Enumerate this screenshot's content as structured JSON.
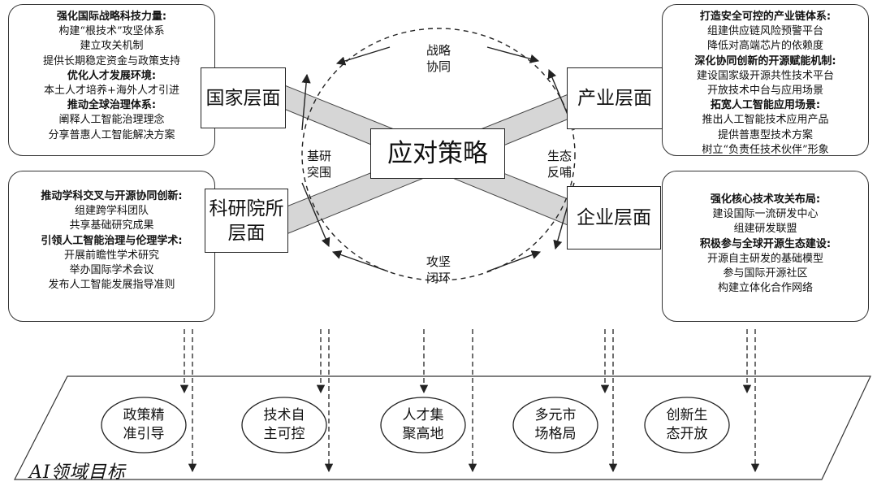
{
  "center": {
    "title": "应对策略"
  },
  "nodes": {
    "national": {
      "line1": "国家层面",
      "line2": ""
    },
    "industry": {
      "line1": "产业层面",
      "line2": ""
    },
    "research": {
      "line1": "科研院所",
      "line2": "层面"
    },
    "enterprise": {
      "line1": "企业层面",
      "line2": ""
    }
  },
  "cycle_labels": {
    "top": {
      "line1": "战略",
      "line2": "协同"
    },
    "left": {
      "line1": "基研",
      "line2": "突围"
    },
    "right": {
      "line1": "生态",
      "line2": "反哺"
    },
    "bottom": {
      "line1": "攻坚",
      "line2": "闭环"
    }
  },
  "panels": {
    "national": [
      {
        "text": "强化国际战略科技力量:",
        "heading": true
      },
      {
        "text": "构建“根技术”攻坚体系",
        "heading": false
      },
      {
        "text": "建立攻关机制",
        "heading": false
      },
      {
        "text": "提供长期稳定资金与政策支持",
        "heading": false
      },
      {
        "text": "优化人才发展环境:",
        "heading": true
      },
      {
        "text": "本土人才培养+海外人才引进",
        "heading": false
      },
      {
        "text": "推动全球治理体系:",
        "heading": true
      },
      {
        "text": "阐释人工智能治理理念",
        "heading": false
      },
      {
        "text": "分享普惠人工智能解决方案",
        "heading": false
      }
    ],
    "industry": [
      {
        "text": "打造安全可控的产业链体系:",
        "heading": true
      },
      {
        "text": "组建供应链风险预警平台",
        "heading": false
      },
      {
        "text": "降低对高端芯片的依赖度",
        "heading": false
      },
      {
        "text": "深化协同创新的开源赋能机制:",
        "heading": true
      },
      {
        "text": "建设国家级开源共性技术平台",
        "heading": false
      },
      {
        "text": "开放技术中台与应用场景",
        "heading": false
      },
      {
        "text": "拓宽人工智能应用场景:",
        "heading": true
      },
      {
        "text": "推出人工智能技术应用产品",
        "heading": false
      },
      {
        "text": "提供普惠型技术方案",
        "heading": false
      },
      {
        "text": "树立“负责任技术伙伴”形象",
        "heading": false
      }
    ],
    "research": [
      {
        "text": "推动学科交叉与开源协同创新:",
        "heading": true
      },
      {
        "text": "组建跨学科团队",
        "heading": false
      },
      {
        "text": "共享基础研究成果",
        "heading": false
      },
      {
        "text": "引领人工智能治理与伦理学术:",
        "heading": true
      },
      {
        "text": "开展前瞻性学术研究",
        "heading": false
      },
      {
        "text": "举办国际学术会议",
        "heading": false
      },
      {
        "text": "发布人工智能发展指导准则",
        "heading": false
      }
    ],
    "enterprise": [
      {
        "text": "强化核心技术攻关布局:",
        "heading": true
      },
      {
        "text": "建设国际一流研发中心",
        "heading": false
      },
      {
        "text": "组建研发联盟",
        "heading": false
      },
      {
        "text": "积极参与全球开源生态建设:",
        "heading": true
      },
      {
        "text": "开源自主研发的基础模型",
        "heading": false
      },
      {
        "text": "参与国际开源社区",
        "heading": false
      },
      {
        "text": "构建立体化合作网络",
        "heading": false
      }
    ]
  },
  "goals": {
    "title": "AI领域目标",
    "items": [
      {
        "line1": "政策精",
        "line2": "准引导"
      },
      {
        "line1": "技术自",
        "line2": "主可控"
      },
      {
        "line1": "人才集",
        "line2": "聚高地"
      },
      {
        "line1": "多元市",
        "line2": "场格局"
      },
      {
        "line1": "创新生",
        "line2": "态开放"
      }
    ]
  },
  "colors": {
    "band": "#d6d6d6",
    "line": "#222222",
    "background": "#ffffff"
  }
}
